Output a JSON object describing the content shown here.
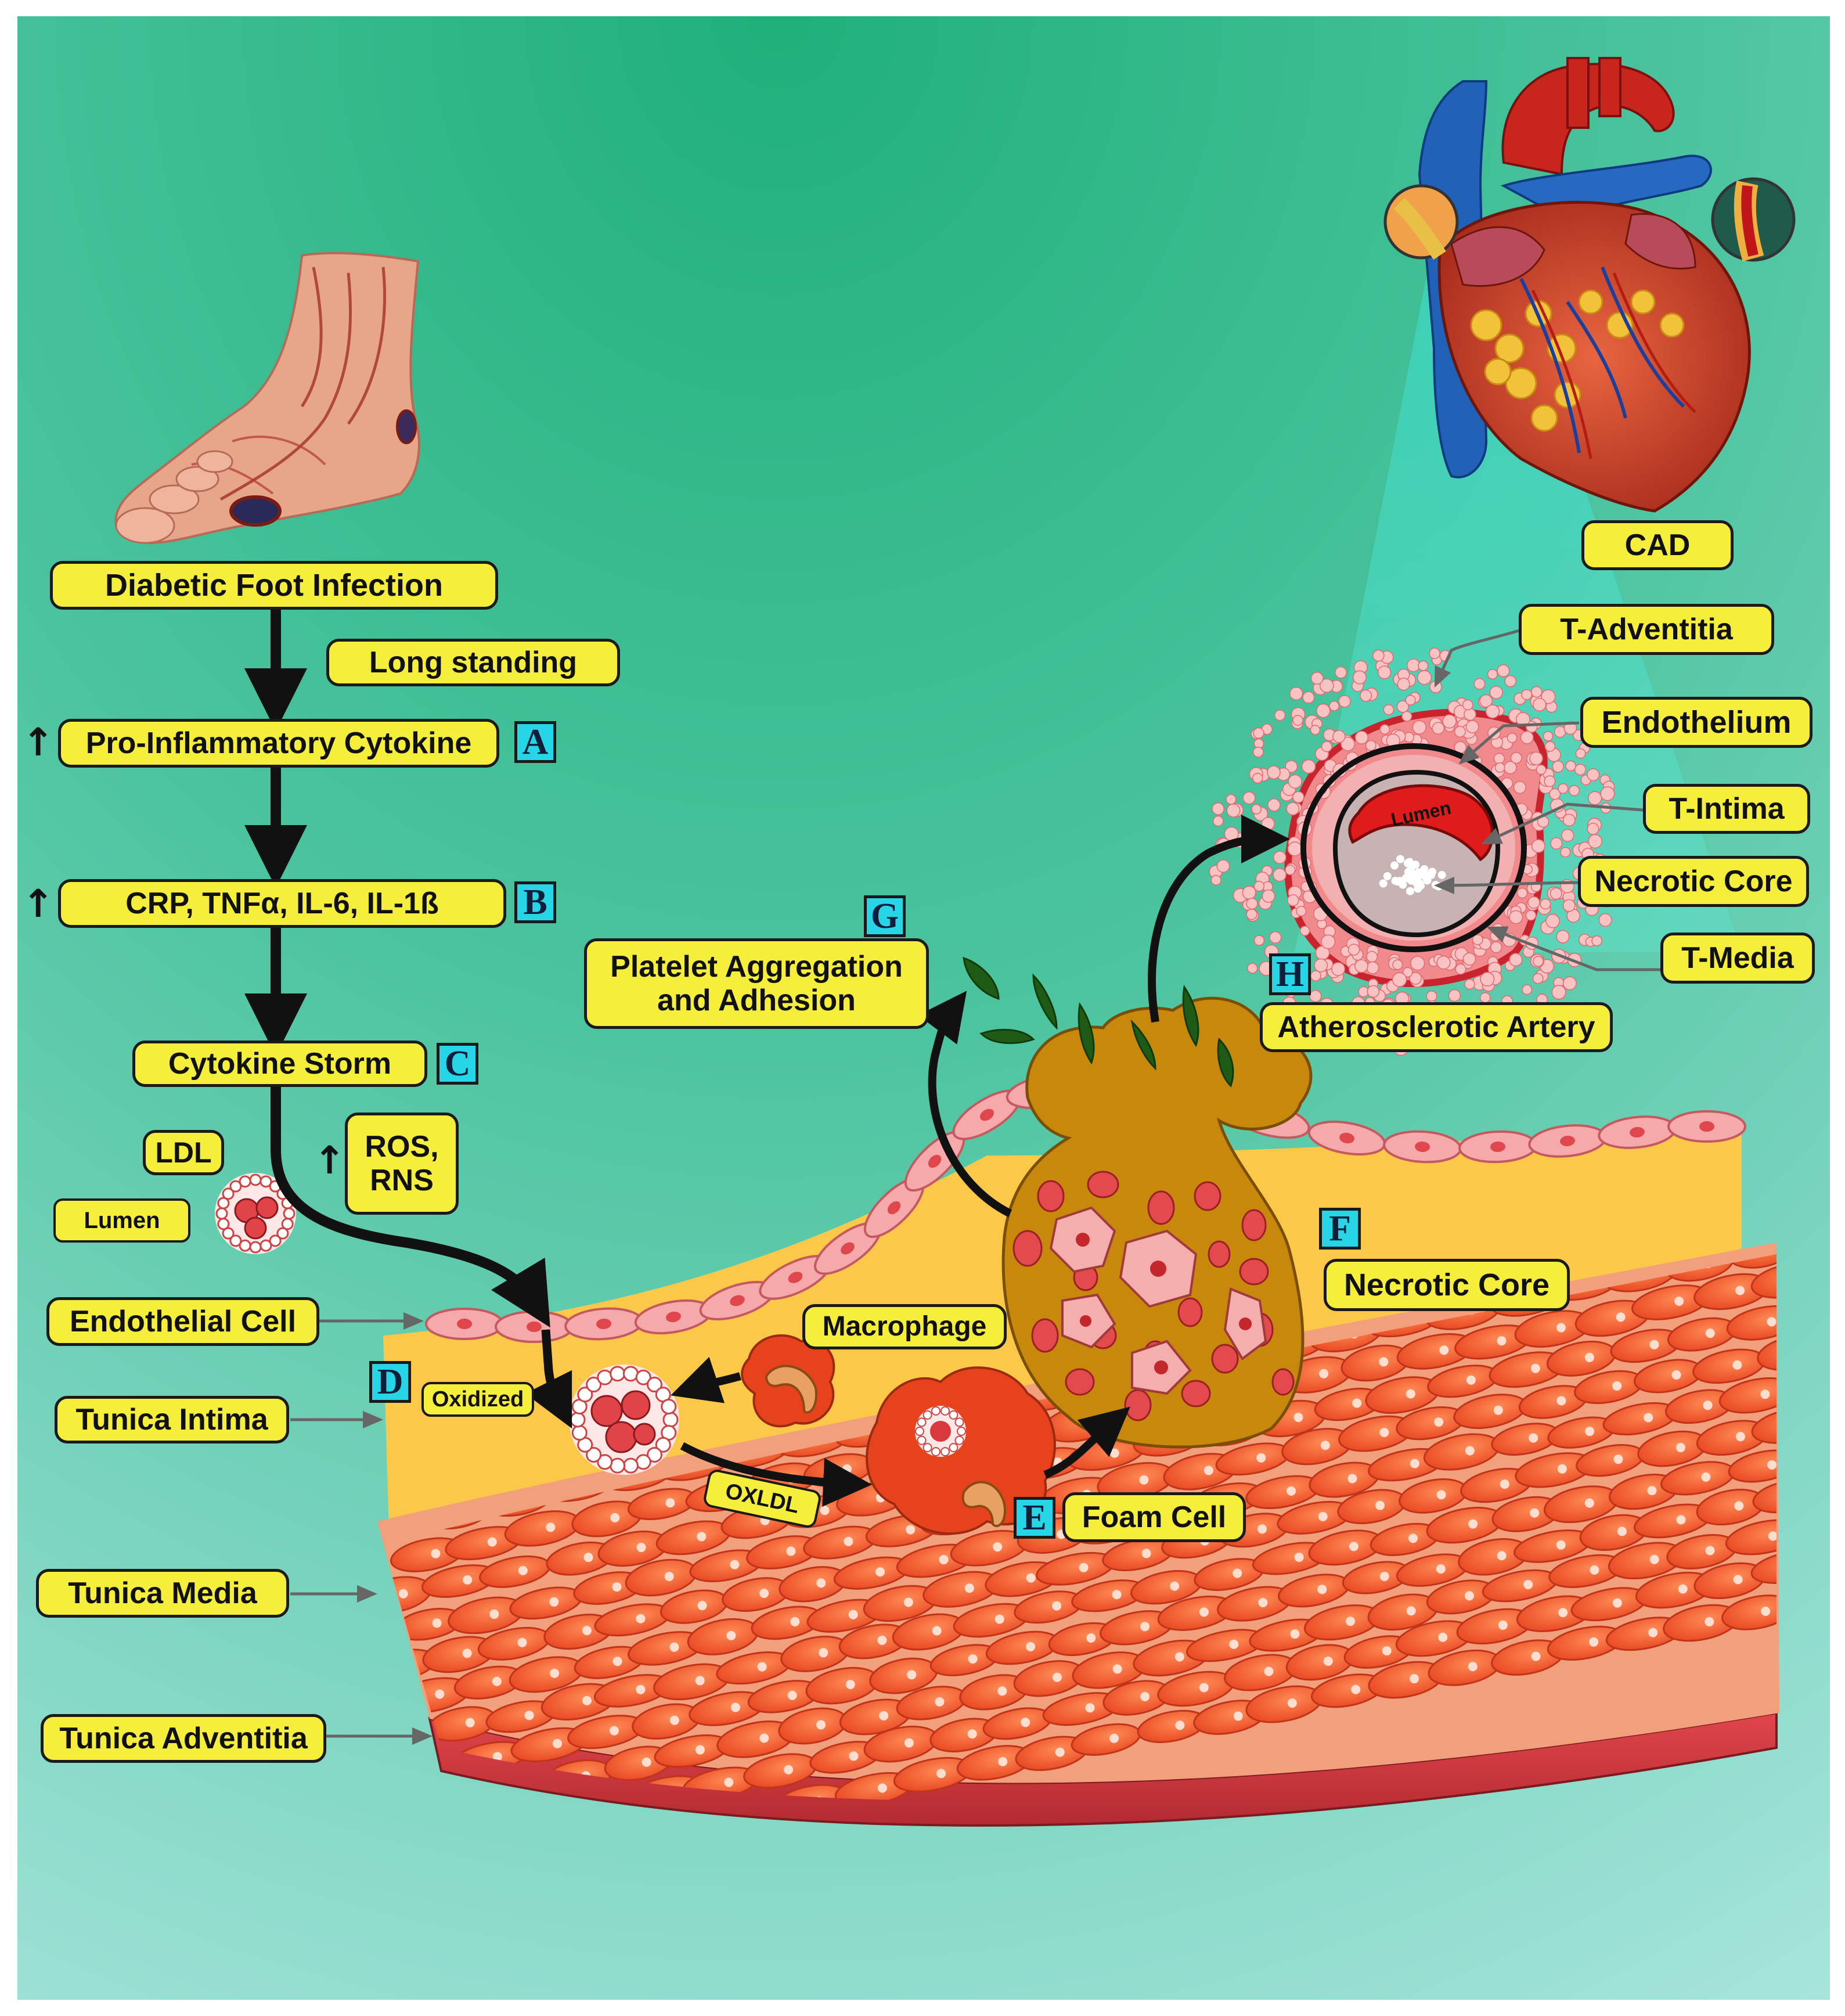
{
  "labels": {
    "diabetic_foot_infection": "Diabetic Foot Infection",
    "long_standing": "Long standing",
    "pro_inflammatory_cytokine": "Pro-Inflammatory Cytokine",
    "crp_list": "CRP, TNFα, IL-6, IL-1ß",
    "cytokine_storm": "Cytokine Storm",
    "ros_rns": [
      "ROS,",
      "RNS"
    ],
    "ldl": "LDL",
    "lumen": "Lumen",
    "endothelial_cell": "Endothelial Cell",
    "oxidized": "Oxidized",
    "tunica_intima": "Tunica Intima",
    "tunica_media": "Tunica Media",
    "tunica_adventitia": "Tunica Adventitia",
    "oxldl": "OXLDL",
    "macrophage": "Macrophage",
    "foam_cell": "Foam Cell",
    "platelet_aggregation": [
      "Platelet Aggregation",
      "and Adhesion"
    ],
    "necrotic_core_main": "Necrotic Core",
    "atherosclerotic_artery": "Atherosclerotic Artery",
    "cad": "CAD",
    "t_adventitia": "T-Adventitia",
    "endothelium": "Endothelium",
    "t_intima": "T-Intima",
    "necrotic_core_artery": "Necrotic Core",
    "t_media": "T-Media",
    "lumen_inner": "Lumen"
  },
  "letters": {
    "a": "A",
    "b": "B",
    "c": "C",
    "d": "D",
    "e": "E",
    "f": "F",
    "g": "G",
    "h": "H"
  },
  "up_arrow": "↑",
  "colors": {
    "background_top": "#1fb07a",
    "background_bottom": "#a6e4dc",
    "label_fill": "#f5ef3b",
    "letter_box": "#27d6e6",
    "intima": "#fcc84a",
    "muscle_cell": "#f0542c",
    "adventitia": "#c92f37",
    "necrotic_core": "#c8880c",
    "endothelial_cell": "#f5a9ab",
    "platelet": "#1f5b17"
  }
}
